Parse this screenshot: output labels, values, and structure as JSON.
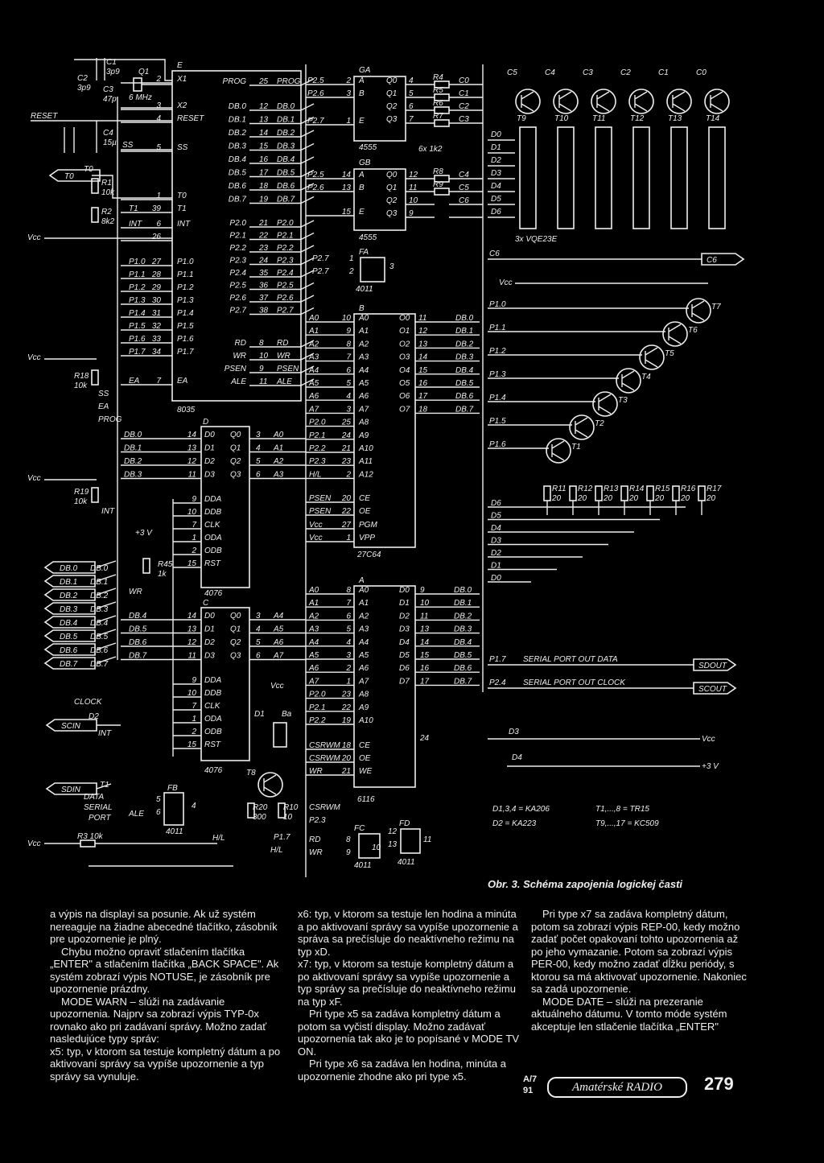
{
  "figure": {
    "caption": "Obr. 3. Schéma zapojenia logickej časti",
    "chips": {
      "cpu": {
        "ref": "E",
        "part": "8035"
      },
      "latch_d": {
        "ref": "D",
        "part": "4076"
      },
      "latch_c": {
        "ref": "C",
        "part": "4076"
      },
      "ga": {
        "ref": "GA",
        "part": "4555"
      },
      "gb": {
        "ref": "GB",
        "part": "4555"
      },
      "fa": {
        "ref": "FA",
        "part": "4011"
      },
      "eprom": {
        "ref": "B",
        "part": "27C64"
      },
      "ram": {
        "ref": "A",
        "part": "6116"
      },
      "fb": {
        "ref": "FB",
        "part": "4011"
      },
      "fc": {
        "ref": "FC",
        "part": "4011"
      },
      "fd": {
        "ref": "FD",
        "part": "4011"
      },
      "display": "3x VQE23E"
    },
    "parts": {
      "c1": "C1",
      "c1v": "3p9",
      "c2": "C2",
      "c2v": "3p9",
      "c3": "C3",
      "c3v": "47p",
      "c4": "C4",
      "c4v": "15µ",
      "q1": "Q1",
      "q1v": "6 MHz",
      "r1": "R1",
      "r1v": "10k",
      "r2": "R2",
      "r2v": "8k2",
      "r18": "R18",
      "r18v": "10k",
      "r19": "R19",
      "r19v": "10k",
      "r45": "R45",
      "r45v": "1k",
      "r3": "R3 10k",
      "r20": "R20",
      "r20v": "300",
      "r10": "R10",
      "r10v": "10",
      "rnet": "6x 1k2",
      "plus3v": "+3 V",
      "vcc": "Vcc",
      "reset": "RESET",
      "d1": "D1",
      "d3": "D3",
      "d4": "D4",
      "t8": "T8",
      "ba": "Ba",
      "hl": "H/L",
      "p17": "P1.7",
      "hl2": "H/L",
      "n24": "24"
    },
    "cpu_pins_left": [
      {
        "pin": "2",
        "name": "X1"
      },
      {
        "pin": "3",
        "name": "X2"
      },
      {
        "pin": "4",
        "name": "RESET"
      },
      {
        "pin": "5",
        "name": "SS"
      },
      {
        "pin": "1",
        "name": "T0"
      },
      {
        "pin": "39",
        "name": "T1"
      },
      {
        "pin": "6",
        "name": "INT"
      },
      {
        "pin": "26",
        "name": ""
      },
      {
        "pin": "27",
        "name": "P1.0"
      },
      {
        "pin": "28",
        "name": "P1.1"
      },
      {
        "pin": "29",
        "name": "P1.2"
      },
      {
        "pin": "30",
        "name": "P1.3"
      },
      {
        "pin": "31",
        "name": "P1.4"
      },
      {
        "pin": "32",
        "name": "P1.5"
      },
      {
        "pin": "33",
        "name": "P1.6"
      },
      {
        "pin": "34",
        "name": "P1.7"
      },
      {
        "pin": "7",
        "name": "EA"
      }
    ],
    "cpu_pins_right": [
      {
        "pin": "25",
        "name": "PROG",
        "net": "PROG"
      },
      {
        "pin": "12",
        "name": "DB.0",
        "net": "DB.0"
      },
      {
        "pin": "13",
        "name": "DB.1",
        "net": "DB.1"
      },
      {
        "pin": "14",
        "name": "DB.2",
        "net": "DB.2"
      },
      {
        "pin": "15",
        "name": "DB.3",
        "net": "DB.3"
      },
      {
        "pin": "16",
        "name": "DB.4",
        "net": "DB.4"
      },
      {
        "pin": "17",
        "name": "DB.5",
        "net": "DB.5"
      },
      {
        "pin": "18",
        "name": "DB.6",
        "net": "DB.6"
      },
      {
        "pin": "19",
        "name": "DB.7",
        "net": "DB.7"
      },
      {
        "pin": "21",
        "name": "P2.0",
        "net": "P2.0"
      },
      {
        "pin": "22",
        "name": "P2.1",
        "net": "P2.1"
      },
      {
        "pin": "23",
        "name": "P2.2",
        "net": "P2.2"
      },
      {
        "pin": "24",
        "name": "P2.3",
        "net": "P2.3"
      },
      {
        "pin": "35",
        "name": "P2.4",
        "net": "P2.4"
      },
      {
        "pin": "36",
        "name": "P2.5",
        "net": "P2.5"
      },
      {
        "pin": "37",
        "name": "P2.6",
        "net": "P2.6"
      },
      {
        "pin": "38",
        "name": "P2.7",
        "net": "P2.7"
      },
      {
        "pin": "8",
        "name": "RD",
        "net": "RD"
      },
      {
        "pin": "10",
        "name": "WR",
        "net": "WR"
      },
      {
        "pin": "9",
        "name": "PSEN",
        "net": "PSEN"
      },
      {
        "pin": "11",
        "name": "ALE",
        "net": "ALE"
      }
    ],
    "eprom_pins": [
      {
        "net": "A0",
        "pin": "10",
        "name": "A0",
        "out": "O0",
        "opin": "11",
        "onet": "DB.0"
      },
      {
        "net": "A1",
        "pin": "9",
        "name": "A1",
        "out": "O1",
        "opin": "12",
        "onet": "DB.1"
      },
      {
        "net": "A2",
        "pin": "8",
        "name": "A2",
        "out": "O2",
        "opin": "13",
        "onet": "DB.2"
      },
      {
        "net": "A3",
        "pin": "7",
        "name": "A3",
        "out": "O3",
        "opin": "14",
        "onet": "DB.3"
      },
      {
        "net": "A4",
        "pin": "6",
        "name": "A4",
        "out": "O4",
        "opin": "15",
        "onet": "DB.4"
      },
      {
        "net": "A5",
        "pin": "5",
        "name": "A5",
        "out": "O5",
        "opin": "16",
        "onet": "DB.5"
      },
      {
        "net": "A6",
        "pin": "4",
        "name": "A6",
        "out": "O6",
        "opin": "17",
        "onet": "DB.6"
      },
      {
        "net": "A7",
        "pin": "3",
        "name": "A7",
        "out": "O7",
        "opin": "18",
        "onet": "DB.7"
      },
      {
        "net": "P2.0",
        "pin": "25",
        "name": "A8"
      },
      {
        "net": "P2.1",
        "pin": "24",
        "name": "A9"
      },
      {
        "net": "P2.2",
        "pin": "21",
        "name": "A10"
      },
      {
        "net": "P2.3",
        "pin": "23",
        "name": "A11"
      },
      {
        "net": "H/L",
        "pin": "2",
        "name": "A12"
      }
    ],
    "eprom_ctrl": [
      {
        "net": "PSEN",
        "pin": "20",
        "name": "CE"
      },
      {
        "net": "PSEN",
        "pin": "22",
        "name": "OE"
      },
      {
        "net": "Vcc",
        "pin": "27",
        "name": "PGM"
      },
      {
        "net": "Vcc",
        "pin": "1",
        "name": "VPP"
      }
    ],
    "ram_pins": [
      {
        "net": "A0",
        "pin": "8",
        "name": "A0",
        "out": "D0",
        "opin": "9",
        "onet": "DB.0"
      },
      {
        "net": "A1",
        "pin": "7",
        "name": "A1",
        "out": "D1",
        "opin": "10",
        "onet": "DB.1"
      },
      {
        "net": "A2",
        "pin": "6",
        "name": "A2",
        "out": "D2",
        "opin": "11",
        "onet": "DB.2"
      },
      {
        "net": "A3",
        "pin": "5",
        "name": "A3",
        "out": "D3",
        "opin": "13",
        "onet": "DB.3"
      },
      {
        "net": "A4",
        "pin": "4",
        "name": "A4",
        "out": "D4",
        "opin": "14",
        "onet": "DB.4"
      },
      {
        "net": "A5",
        "pin": "3",
        "name": "A5",
        "out": "D5",
        "opin": "15",
        "onet": "DB.5"
      },
      {
        "net": "A6",
        "pin": "2",
        "name": "A6",
        "out": "D6",
        "opin": "16",
        "onet": "DB.6"
      },
      {
        "net": "A7",
        "pin": "1",
        "name": "A7",
        "out": "D7",
        "opin": "17",
        "onet": "DB.7"
      },
      {
        "net": "P2.0",
        "pin": "23",
        "name": "A8"
      },
      {
        "net": "P2.1",
        "pin": "22",
        "name": "A9"
      },
      {
        "net": "P2.2",
        "pin": "19",
        "name": "A10"
      }
    ],
    "ram_ctrl": [
      {
        "net": "CSRWM",
        "pin": "18",
        "name": "CE"
      },
      {
        "net": "CSRWM",
        "pin": "20",
        "name": "OE"
      },
      {
        "net": "WR",
        "pin": "21",
        "name": "WE"
      }
    ],
    "latch_d_pins": [
      {
        "pin": "14",
        "name": "D0",
        "in": "DB.0",
        "opin": "3",
        "oname": "Q0",
        "out": "A0"
      },
      {
        "pin": "13",
        "name": "D1",
        "in": "DB.1",
        "opin": "4",
        "oname": "Q1",
        "out": "A1"
      },
      {
        "pin": "12",
        "name": "D2",
        "in": "DB.2",
        "opin": "5",
        "oname": "Q2",
        "out": "A2"
      },
      {
        "pin": "11",
        "name": "D3",
        "in": "DB.3",
        "opin": "6",
        "oname": "Q3",
        "out": "A3"
      }
    ],
    "latch_c_pins": [
      {
        "pin": "14",
        "name": "D0",
        "in": "DB.4",
        "opin": "3",
        "oname": "Q0",
        "out": "A4"
      },
      {
        "pin": "13",
        "name": "D1",
        "in": "DB.5",
        "opin": "4",
        "oname": "Q1",
        "out": "A5"
      },
      {
        "pin": "12",
        "name": "D2",
        "in": "DB.6",
        "opin": "5",
        "oname": "Q2",
        "out": "A6"
      },
      {
        "pin": "11",
        "name": "D3",
        "in": "DB.7",
        "opin": "6",
        "oname": "Q3",
        "out": "A7"
      }
    ],
    "latch_ctrl": [
      {
        "pin": "9",
        "name": "DDA"
      },
      {
        "pin": "10",
        "name": "DDB"
      },
      {
        "pin": "7",
        "name": "CLK"
      },
      {
        "pin": "1",
        "name": "ODA"
      },
      {
        "pin": "2",
        "name": "ODB"
      },
      {
        "pin": "15",
        "name": "RST"
      }
    ],
    "ga_pins": [
      {
        "net": "P2.5",
        "pin": "2",
        "name": "A"
      },
      {
        "net": "P2.6",
        "pin": "3",
        "name": "B"
      },
      {
        "net": "P2.7",
        "pin": "1",
        "name": "E"
      }
    ],
    "ga_out": [
      {
        "name": "Q0",
        "pin": "4",
        "res": "R4",
        "net": "C0"
      },
      {
        "name": "Q1",
        "pin": "5",
        "res": "R5",
        "net": "C1"
      },
      {
        "name": "Q2",
        "pin": "6",
        "res": "R6",
        "net": "C2"
      },
      {
        "name": "Q3",
        "pin": "7",
        "res": "R7",
        "net": "C3"
      }
    ],
    "gb_pins": [
      {
        "net": "P2.5",
        "pin": "14",
        "name": "A"
      },
      {
        "net": "P2.6",
        "pin": "13",
        "name": "B"
      },
      {
        "net": "",
        "pin": "15",
        "name": "E"
      }
    ],
    "gb_out": [
      {
        "name": "Q0",
        "pin": "12",
        "res": "R8",
        "net": "C4"
      },
      {
        "name": "Q1",
        "pin": "11",
        "res": "R9",
        "net": "C5"
      },
      {
        "name": "Q2",
        "pin": "10",
        "res": "",
        "net": "C6"
      },
      {
        "name": "Q3",
        "pin": "9",
        "res": "",
        "net": ""
      }
    ],
    "fa": {
      "in1": "P2.7",
      "in2": "P2.7",
      "p1": "1",
      "p2": "2",
      "p3": "3"
    },
    "column_transistors": [
      "C5",
      "C4",
      "C3",
      "C2",
      "C1",
      "C0"
    ],
    "column_tnames": [
      "T9",
      "T10",
      "T11",
      "T12",
      "T13",
      "T14"
    ],
    "display_segments": [
      "D0",
      "D1",
      "D2",
      "D3",
      "D4",
      "D5",
      "D6"
    ],
    "c6": "C6",
    "port1_lines": [
      "P1.0",
      "P1.1",
      "P1.2",
      "P1.3",
      "P1.4",
      "P1.5",
      "P1.6"
    ],
    "seg_transistors": [
      "T7",
      "T6",
      "T5",
      "T4",
      "T3",
      "T2",
      "T1"
    ],
    "seg_resistors": [
      {
        "name": "R11",
        "value": "20"
      },
      {
        "name": "R12",
        "value": "20"
      },
      {
        "name": "R13",
        "value": "20"
      },
      {
        "name": "R14",
        "value": "20"
      },
      {
        "name": "R15",
        "value": "20"
      },
      {
        "name": "R16",
        "value": "20"
      },
      {
        "name": "R17",
        "value": "20"
      }
    ],
    "d_bus_right": [
      "D6",
      "D5",
      "D4",
      "D3",
      "D2",
      "D1",
      "D0"
    ],
    "serial": [
      {
        "port": "P1.7",
        "text": "SERIAL PORT OUT DATA",
        "connector": "SDOUT"
      },
      {
        "port": "P2.4",
        "text": "SERIAL PORT OUT CLOCK",
        "connector": "SCOUT"
      }
    ],
    "db_connectors": [
      "DB.0",
      "DB.1",
      "DB.2",
      "DB.3",
      "DB.4",
      "DB.5",
      "DB.6",
      "DB.7"
    ],
    "connectors_left": {
      "t0": "T0",
      "scin": "SCIN",
      "sdin": "SDIN"
    },
    "misc_left": {
      "clock": "CLOCK",
      "d2": "D2",
      "int": "INT",
      "t1": "T1",
      "data": "DATA",
      "serial": "SERIAL",
      "port": "PORT",
      "ale": "ALE",
      "ss": "SS",
      "ea": "EA",
      "prog": "PROG",
      "wr": "WR"
    },
    "parts_list": [
      {
        "left": "D1,3,4 = KA206",
        "right": "T1,...,8 = TR15"
      },
      {
        "left": "D2 = KA223",
        "right": "T9,...,17 = KC509"
      }
    ],
    "fc_fd": {
      "rd": "RD",
      "wr": "WR",
      "csrwm": "CSRWM",
      "p23": "P2.3",
      "p8": "8",
      "p9": "9",
      "p10": "10",
      "p12": "12",
      "p13": "13",
      "p11": "11"
    }
  },
  "columns": {
    "col1": [
      "a výpis na displayi sa posunie. Ak už systém nereaguje na žiadne abecedné tlačítko, zásobník pre upozornenie je plný.",
      "Chybu možno opraviť stlačením tlačítka „ENTER\" a stlačením tlačítka „BACK SPACE\". Ak systém zobrazí výpis NOTUSE, je zásobník pre upozornenie prázdny.",
      "MODE WARN – slúži na zadávanie upozornenia. Najprv sa zobrazí výpis TYP-0x rovnako ako pri zadávaní správy. Možno zadať nasledujúce typy správ:",
      "x5: typ, v ktorom sa testuje kompletný dátum a po aktivovaní správy sa vypíše upozornenie a typ správy sa vynuluje."
    ],
    "col2": [
      "x6: typ, v ktorom sa testuje len hodina a minúta a po aktivovaní správy sa vypíše upozornenie a správa sa prečísluje do neaktívneho režimu na typ xD.",
      "x7: typ, v ktorom sa testuje kompletný dátum a po aktivovaní správy sa vypíše upozornenie a typ správy sa prečísluje do neaktívneho režimu na typ xF.",
      "Pri type x5 sa zadáva kompletný dátum a potom sa vyčistí display. Možno zadávať upozornenia tak ako je to popísané v MODE TV ON.",
      "Pri type x6 sa zadáva len hodina, minúta a upozornenie zhodne ako pri type x5."
    ],
    "col3": [
      "Pri type x7 sa zadáva kompletný dátum, potom sa zobrazí výpis REP-00, kedy možno zadať počet opakovaní tohto upozornenia až po jeho vymazanie. Potom sa zobrazí výpis PER-00, kedy možno zadať dĺžku periódy, s ktorou sa má aktivovať upozornenie. Nakoniec sa zadá upozornenie.",
      "MODE DATE – slúži na prezeranie aktuálneho dátumu. V tomto móde systém akceptuje len stlačenie tlačítka „ENTER\""
    ]
  },
  "footer": {
    "issue_top": "A/7",
    "issue_bottom": "91",
    "magazine": "Amatérské RADIO",
    "page": "279"
  }
}
